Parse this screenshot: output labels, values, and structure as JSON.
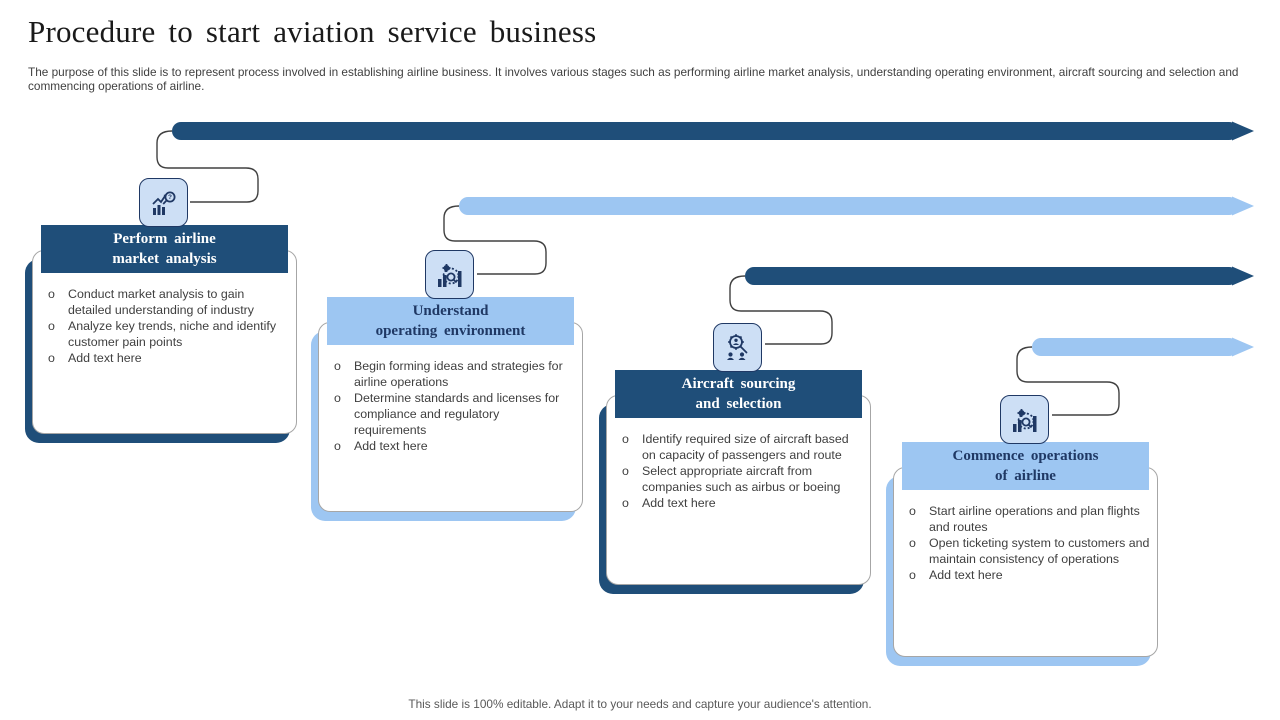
{
  "slide": {
    "title": "Procedure to start aviation service business",
    "description": "The purpose of this slide is to represent process involved in establishing airline business. It involves various stages such as performing airline market analysis, understanding operating environment, aircraft sourcing and selection and commencing operations of airline.",
    "footer": "This slide is 100% editable. Adapt it to your needs and capture your audience's attention."
  },
  "colors": {
    "dark_blue": "#1F4E79",
    "light_blue": "#9DC6F2",
    "icon_tile": "#CDDFF5",
    "icon_border": "#1F3864",
    "card_border": "#A6A6A6"
  },
  "stages": [
    {
      "theme": "dark",
      "icon": "market-analysis-icon",
      "title_line1": "Perform airline",
      "title_line2": "market analysis",
      "bullets": [
        "Conduct market analysis to gain detailed understanding of industry",
        "Analyze key trends, niche and identify customer pain points",
        "Add text here"
      ]
    },
    {
      "theme": "light",
      "icon": "operating-environment-icon",
      "title_line1": "Understand",
      "title_line2": "operating environment",
      "bullets": [
        "Begin forming ideas and strategies for airline operations",
        "Determine standards and licenses for compliance and regulatory requirements",
        "Add text here"
      ]
    },
    {
      "theme": "dark",
      "icon": "aircraft-sourcing-icon",
      "title_line1": "Aircraft sourcing",
      "title_line2": "and selection",
      "bullets": [
        "Identify required size of aircraft based on capacity of passengers and route",
        "Select appropriate aircraft from companies such as airbus or boeing",
        "Add text here"
      ]
    },
    {
      "theme": "light",
      "icon": "commence-operations-icon",
      "title_line1": "Commence operations",
      "title_line2": "of airline",
      "bullets": [
        "Start airline operations and plan flights and routes",
        "Open ticketing system to customers and maintain consistency of operations",
        "Add text here"
      ]
    }
  ]
}
